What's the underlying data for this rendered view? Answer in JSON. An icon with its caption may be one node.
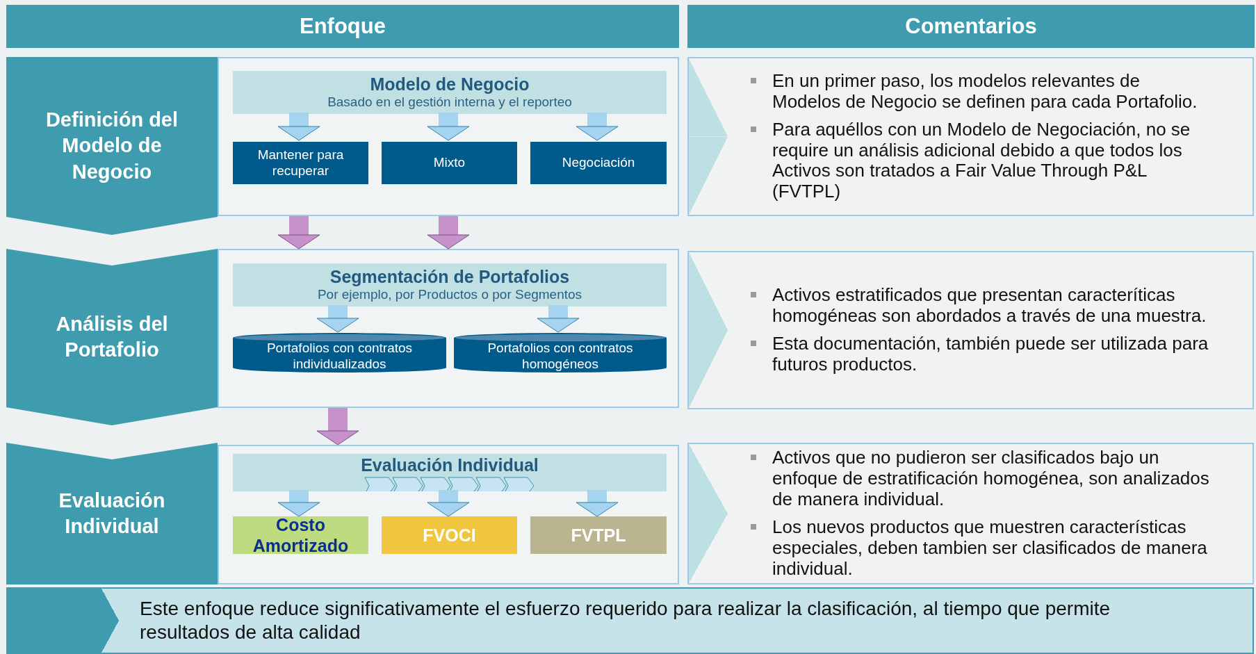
{
  "diagram": {
    "nodes": [
      {
        "text": [
          "Enfoque"
        ]
      },
      {
        "text": [
          "Comentarios"
        ]
      },
      {
        "text": [
          "Definición del Modelo de Negocio"
        ]
      },
      {
        "text": [],
        "shape": "box"
      },
      {
        "text": [
          "Modelo de Negocio",
          "Basado en el gestión interna y el reporteo"
        ],
        "in": 3
      },
      {
        "text": [
          "Mantener para recuperar"
        ],
        "in": 3
      },
      {
        "text": [
          "Mixto"
        ],
        "in": 3
      },
      {
        "text": [
          "Negociación"
        ],
        "in": 3
      },
      {
        "text": [
          "En un primer paso, los modelos relevantes de Modelos de Negocio se definen para cada Portafolio.",
          "Para aquéllos con un Modelo de Negociación, no se require un análisis adicional debido a que todos los Activos son tratados a Fair Value Through P&L (FVTPL)"
        ]
      },
      {
        "text": [
          "Análisis del Portafolio"
        ]
      },
      {
        "text": [],
        "shape": "box"
      },
      {
        "text": [
          "Segmentación de Portafolios",
          "Por ejemplo, por Productos o por Segmentos"
        ],
        "in": 10
      },
      {
        "text": [
          "Portafolios con contratos individualizados"
        ],
        "in": 10
      },
      {
        "text": [
          "Portafolios con contratos homogéneos"
        ],
        "in": 10
      },
      {
        "text": [
          "Activos estratificados que presentan caracteríticas homogéneas son abordados a través de una muestra.",
          "Esta documentación, también puede ser utilizada para futuros productos."
        ]
      },
      {
        "text": [
          "Evaluación Individual"
        ]
      },
      {
        "text": [],
        "shape": "box"
      },
      {
        "text": [
          "Evaluación Individual"
        ],
        "in": 16
      },
      {
        "text": [
          "Costo Amortizado"
        ],
        "in": 16
      },
      {
        "text": [
          "FVOCI"
        ],
        "in": 16
      },
      {
        "text": [
          "FVTPL"
        ],
        "in": 16
      },
      {
        "text": [
          "Activos que no pudieron ser clasificados bajo un enfoque de estratificación homogénea, son analizados de manera individual.",
          "Los nuevos productos que muestren características especiales, deben tambien ser clasificados de manera individual."
        ]
      },
      {
        "text": [
          "Este enfoque reduce significativamente el esfuerzo requerido para realizar la clasificación, al tiempo que permite resultados de alta calidad"
        ]
      }
    ],
    "edges": [
      {
        "from": 4,
        "to": 5,
        "arrow": "to"
      },
      {
        "from": 4,
        "to": 6,
        "arrow": "to"
      },
      {
        "from": 4,
        "to": 7,
        "arrow": "to"
      },
      {
        "from": 3,
        "to": 10,
        "arrow": "to",
        "color": "#c792c9"
      },
      {
        "from": 3,
        "to": 10,
        "arrow": "to",
        "color": "#c792c9"
      },
      {
        "from": 11,
        "to": 12,
        "arrow": "to"
      },
      {
        "from": 11,
        "to": 13,
        "arrow": "to"
      },
      {
        "from": 10,
        "to": 16,
        "arrow": "to",
        "color": "#c792c9"
      },
      {
        "from": 17,
        "to": 18,
        "arrow": "to"
      },
      {
        "from": 17,
        "to": 19,
        "arrow": "to"
      },
      {
        "from": 17,
        "to": 20,
        "arrow": "to"
      }
    ]
  }
}
